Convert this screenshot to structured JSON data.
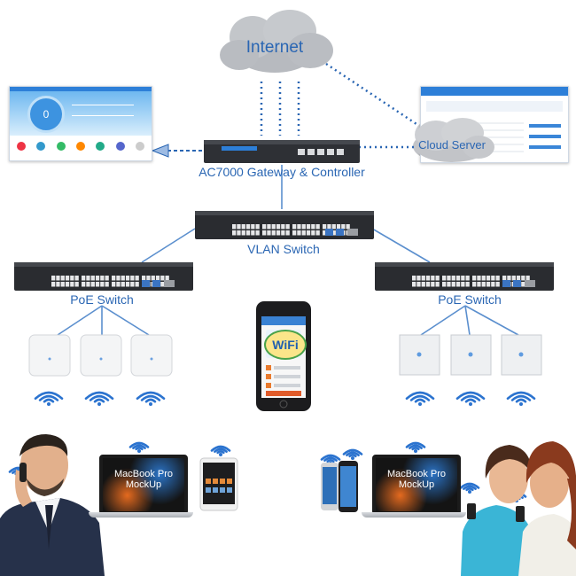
{
  "labels": {
    "internet": "Internet",
    "cloud_server": "Cloud Server",
    "gateway": "AC7000 Gateway & Controller",
    "vlan_switch": "VLAN Switch",
    "poe_switch_left": "PoE Switch",
    "poe_switch_right": "PoE Switch",
    "laptop_left": "MacBook Pro\nMockUp",
    "laptop_right": "MacBook Pro\nMockUp",
    "phone_wifi": "WiFi"
  },
  "dashboard": {
    "gauge_value": "0"
  },
  "colors": {
    "label_blue": "#2a66b3",
    "link_blue": "#2a66b3",
    "cloud_gray": "#b5b8bd",
    "device_dark": "#2b2d31"
  }
}
